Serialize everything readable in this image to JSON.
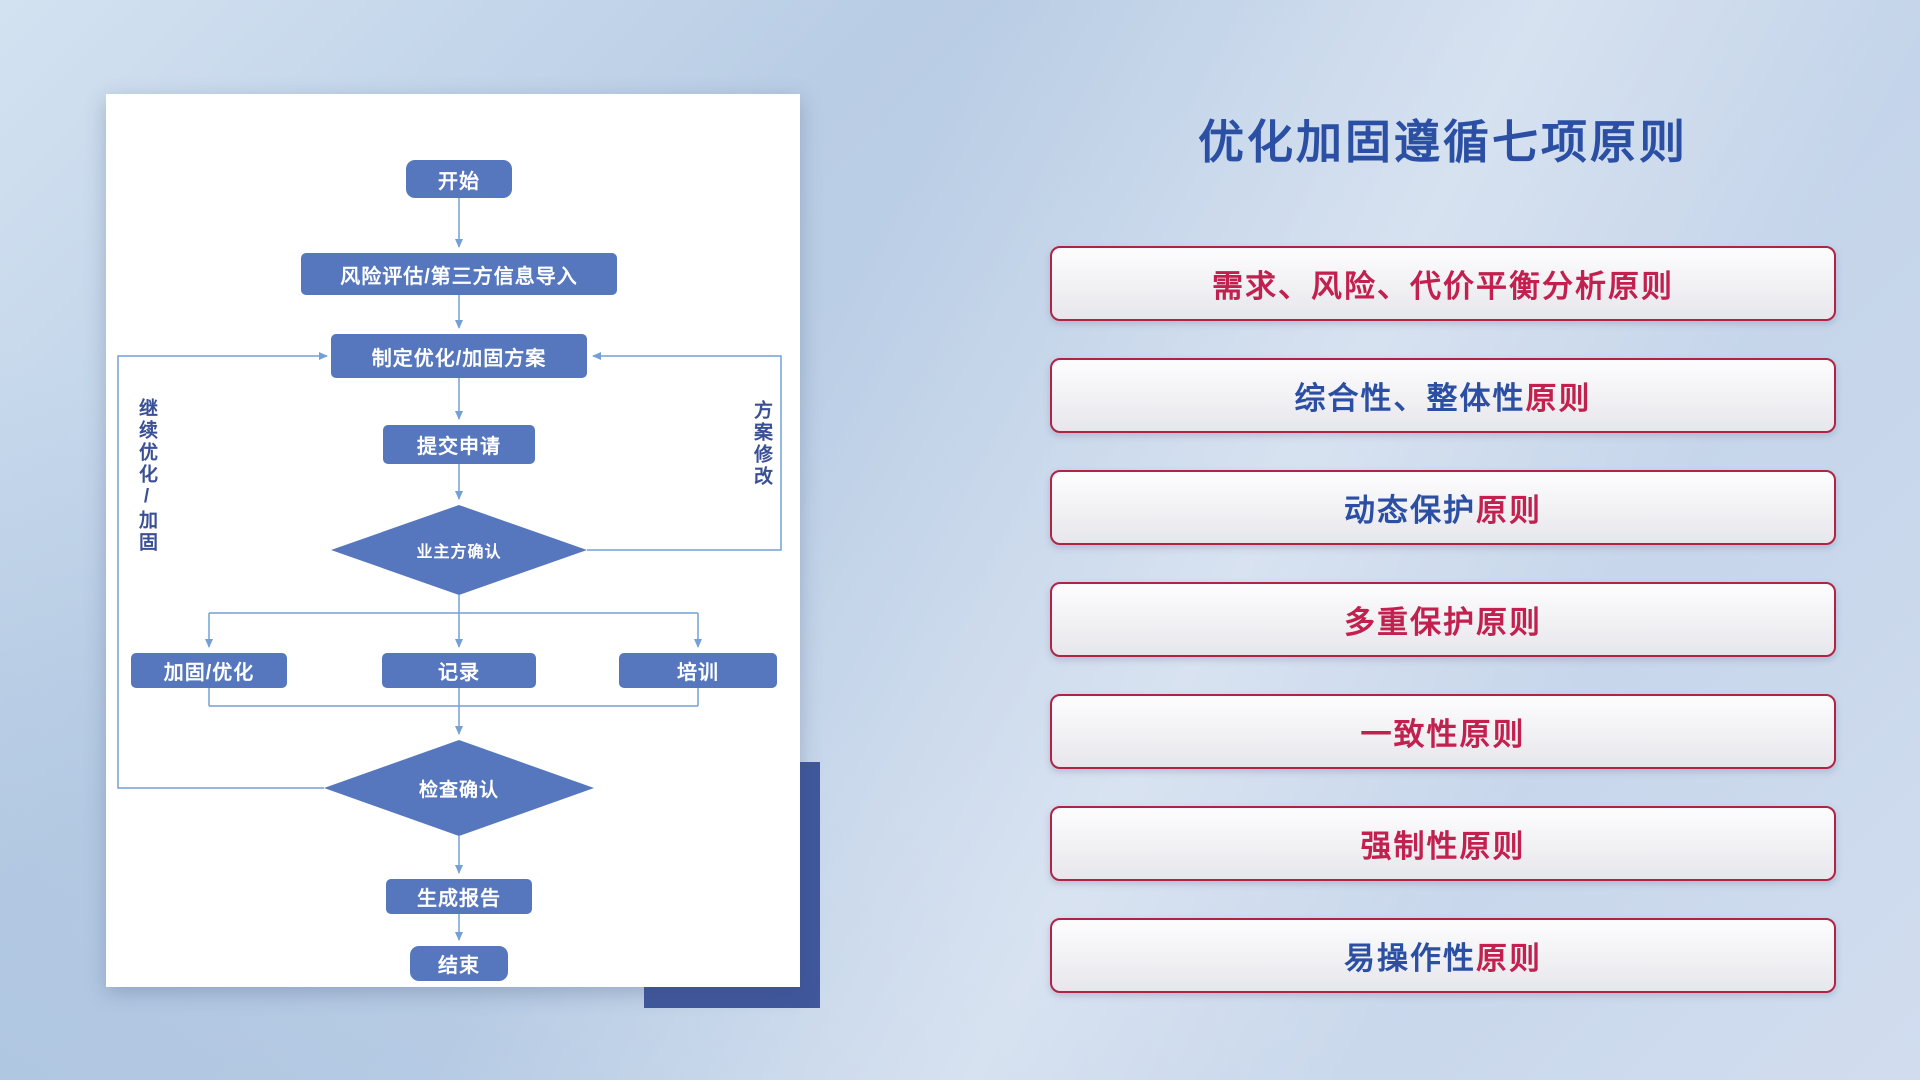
{
  "title": {
    "text": "优化加固遵循七项原则"
  },
  "colors": {
    "title": "#2b4fa3",
    "node": "#5677bd",
    "line": "#74a0d6",
    "edge_label": "#3a5096",
    "blue": "#2b4fa3",
    "red": "#c2204e",
    "border": "#b02343",
    "shadow": "#41589d"
  },
  "flowchart": {
    "nodes": [
      {
        "id": "start",
        "label": "开始"
      },
      {
        "id": "risk-import",
        "label": "风险评估/第三方信息导入"
      },
      {
        "id": "make-plan",
        "label": "制定优化/加固方案"
      },
      {
        "id": "submit-request",
        "label": "提交申请"
      },
      {
        "id": "owner-confirm",
        "label": "业主方确认"
      },
      {
        "id": "reinforce-optimize",
        "label": "加固/优化"
      },
      {
        "id": "record",
        "label": "记录"
      },
      {
        "id": "training",
        "label": "培训"
      },
      {
        "id": "check-confirm",
        "label": "检查确认"
      },
      {
        "id": "generate-report",
        "label": "生成报告"
      },
      {
        "id": "end",
        "label": "结束"
      }
    ],
    "edge_labels": {
      "left": "继续优化/加固",
      "right": "方案修改"
    }
  },
  "principles": {
    "items": [
      {
        "segments": [
          {
            "text": "需求、风险、代价平衡分析原则",
            "color": "red"
          }
        ]
      },
      {
        "segments": [
          {
            "text": "综合性、整体性",
            "color": "blue"
          },
          {
            "text": "原则",
            "color": "red"
          }
        ]
      },
      {
        "segments": [
          {
            "text": "动态保护",
            "color": "blue"
          },
          {
            "text": "原则",
            "color": "red"
          }
        ]
      },
      {
        "segments": [
          {
            "text": "多重保护原则",
            "color": "red"
          }
        ]
      },
      {
        "segments": [
          {
            "text": "一致性原则",
            "color": "red"
          }
        ]
      },
      {
        "segments": [
          {
            "text": "强制性原则",
            "color": "red"
          }
        ]
      },
      {
        "segments": [
          {
            "text": "易操作性",
            "color": "blue"
          },
          {
            "text": "原则",
            "color": "red"
          }
        ]
      }
    ]
  }
}
